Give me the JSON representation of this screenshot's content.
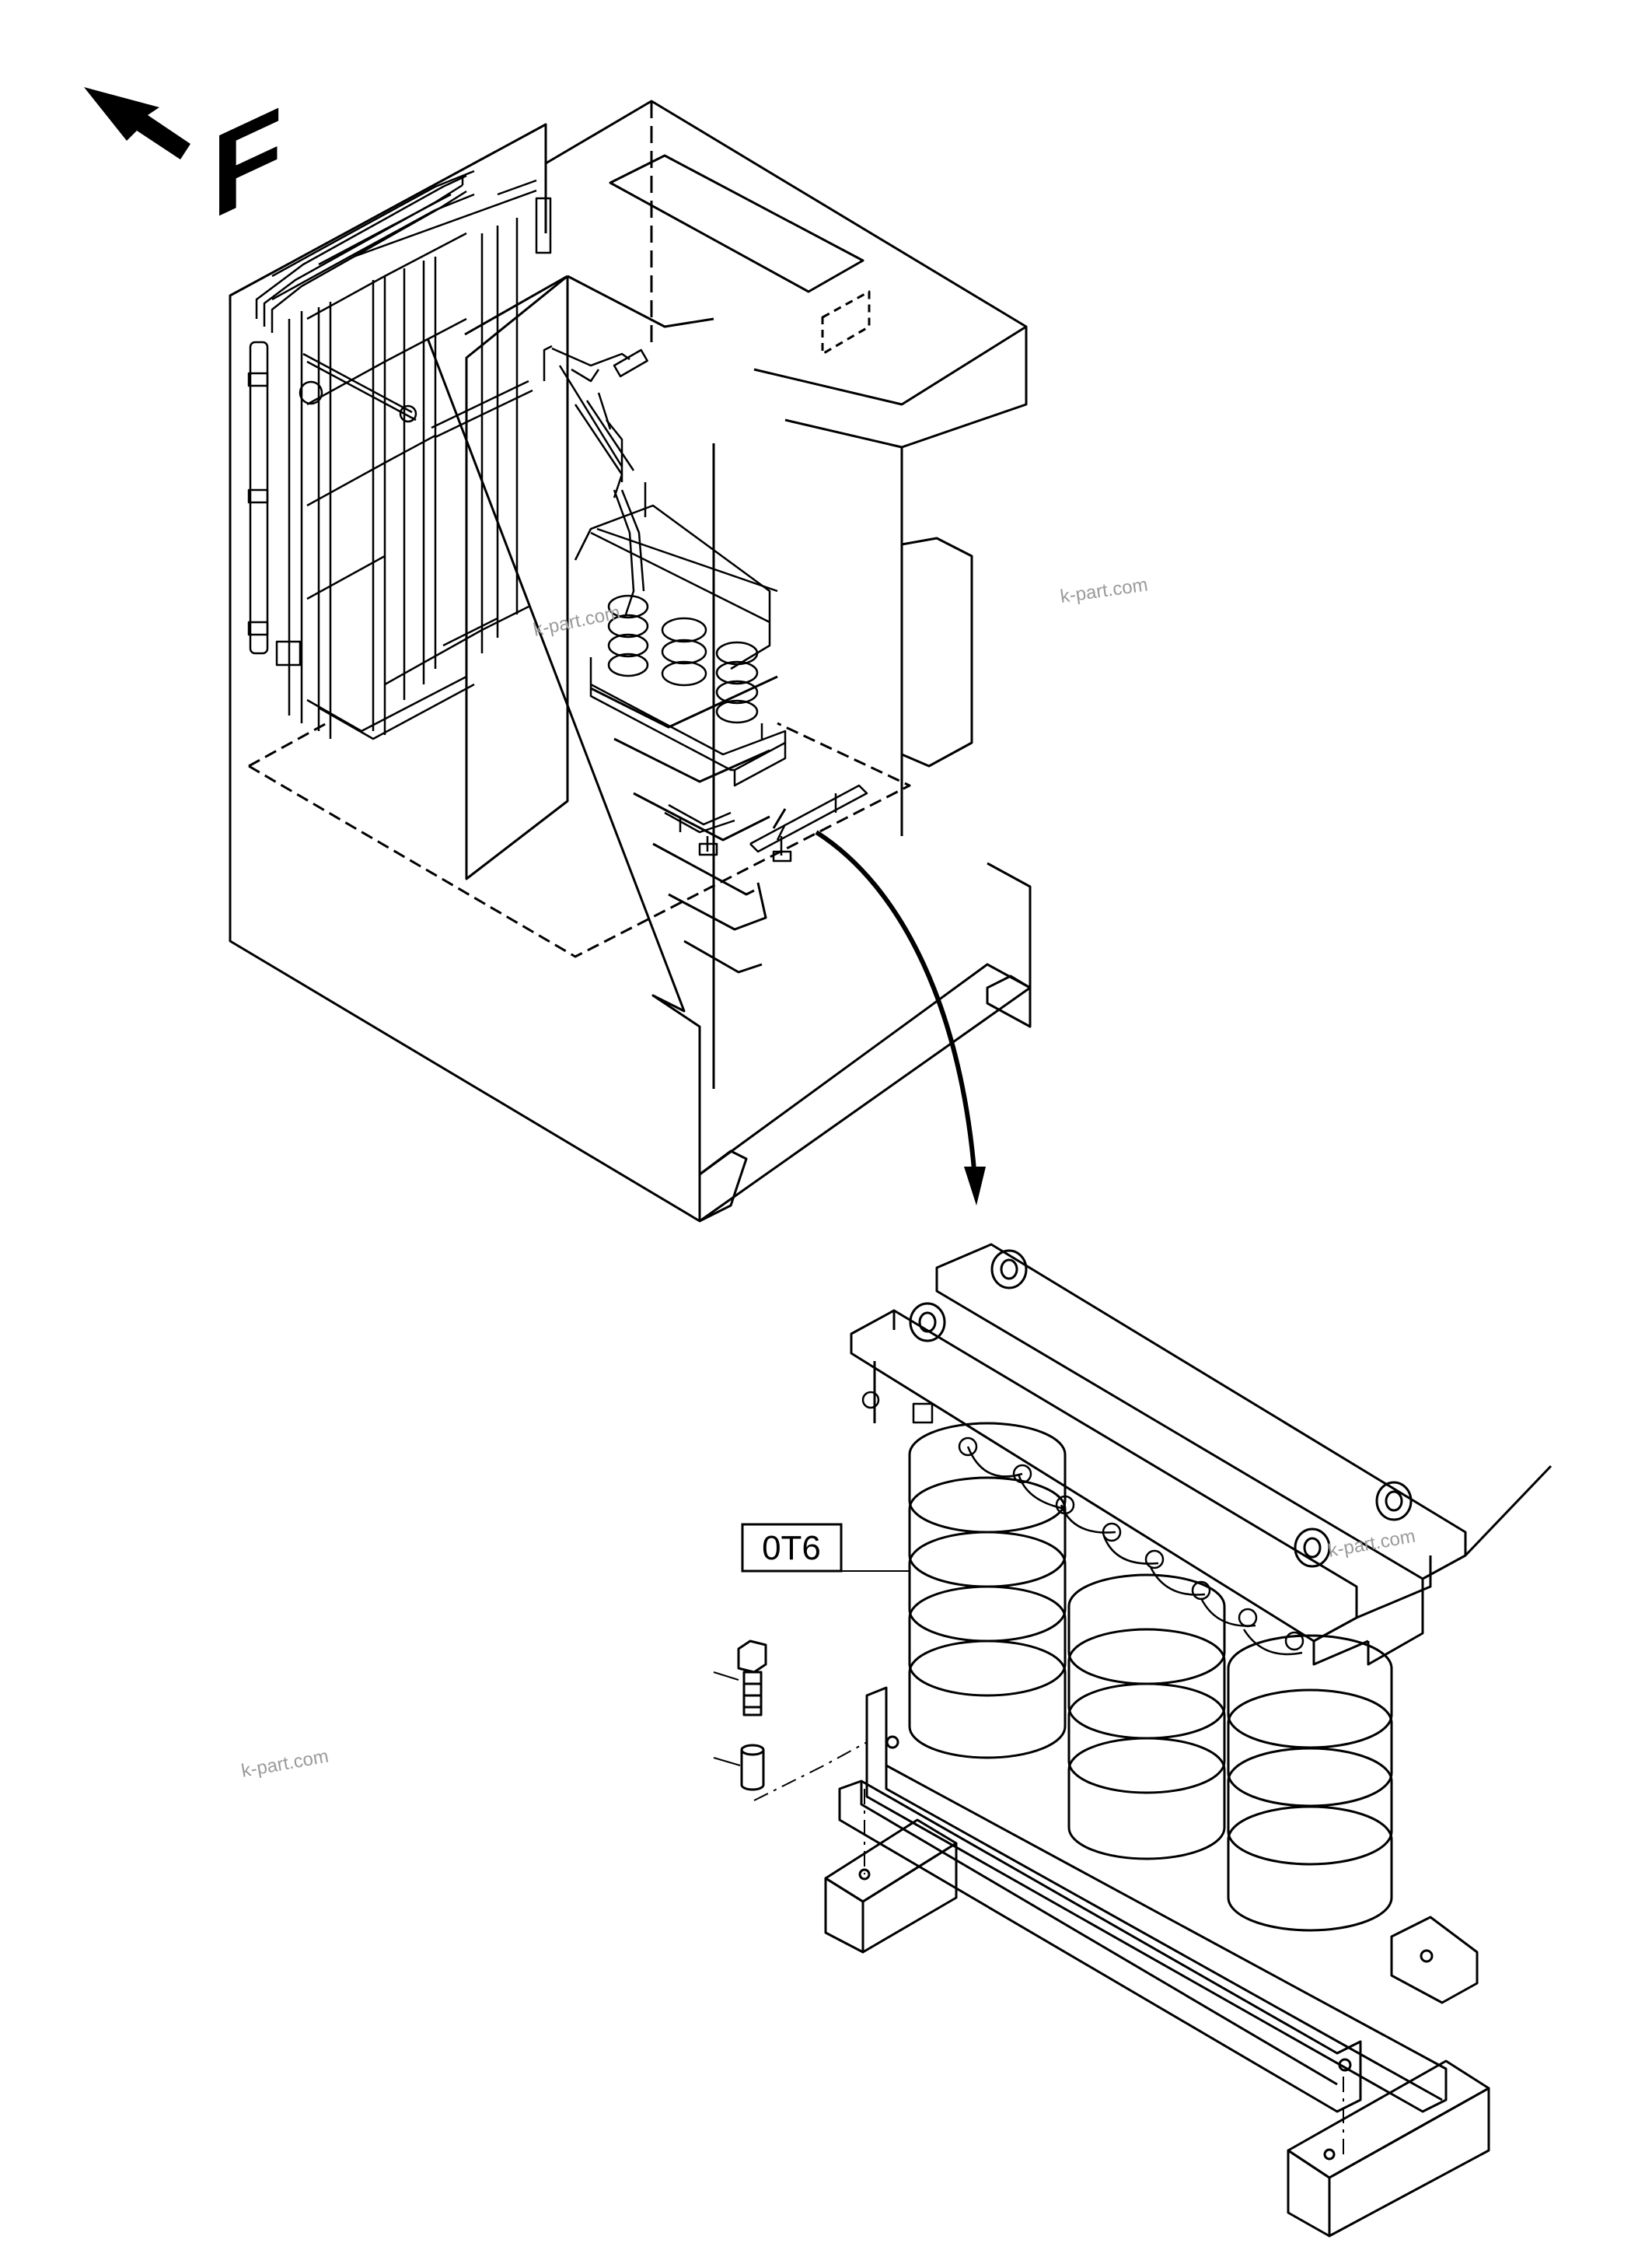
{
  "diagram": {
    "direction_label": "F",
    "part_callout": "0T6",
    "watermarks": [
      "k-part.com",
      "k-part.com",
      "k-part.com",
      "k-part.com"
    ],
    "line_color": "#000000",
    "watermark_color": "#9a9a9a",
    "background_color": "#ffffff"
  }
}
